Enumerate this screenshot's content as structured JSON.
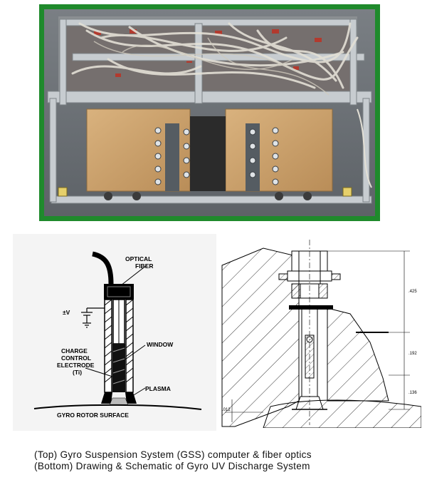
{
  "colors": {
    "frame": "#1f8a2c",
    "gold": "#c9a06a",
    "rack": "#9aa0a3"
  },
  "drawing_labels": {
    "optical_fiber_1": "OPTICAL",
    "optical_fiber_2": "FIBER",
    "voltage": "±V",
    "window": "WINDOW",
    "charge_1": "CHARGE",
    "charge_2": "CONTROL",
    "charge_3": "ELECTRODE",
    "charge_4": "(Ti)",
    "plasma": "PLASMA",
    "surface": "GYRO ROTOR SURFACE"
  },
  "schematic_dims": {
    "d1": ".425",
    "d2": ".192",
    "d3": ".136",
    "d4": ".012"
  },
  "caption": {
    "line1": "(Top) Gyro  Suspension System (GSS) computer & fiber optics",
    "line2": "(Bottom) Drawing & Schematic of Gyro UV Discharge System"
  }
}
